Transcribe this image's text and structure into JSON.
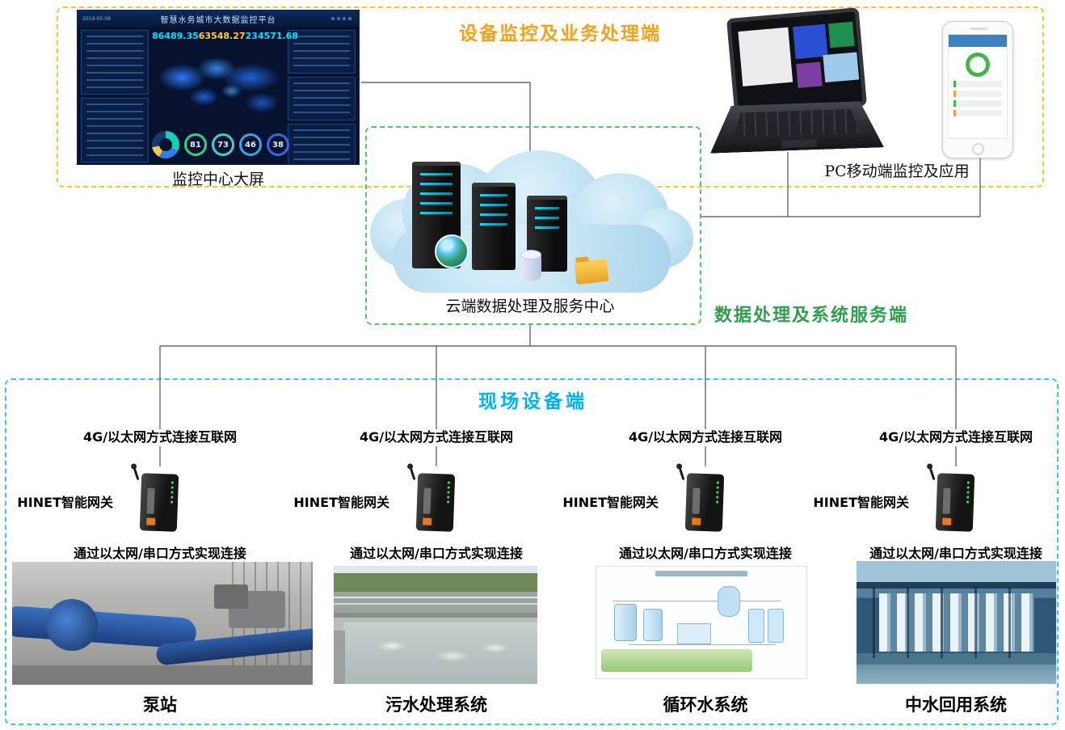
{
  "zones": {
    "monitoring_title": "设备监控及业务处理端",
    "service_label": "数据处理及系统服务端",
    "field_title": "现场设备端"
  },
  "captions": {
    "dashboard": "监控中心大屏",
    "pc_mobile": "PC移动端监控及应用",
    "cloud": "云端数据处理及服务中心"
  },
  "dashboard": {
    "title": "智慧水务城市大数据监控平台",
    "date": "2019-05-09",
    "stats": [
      "86489.35",
      "63548.27",
      "234571.68"
    ],
    "gauges": [
      "81",
      "73",
      "46",
      "38"
    ]
  },
  "field": {
    "columns": [
      {
        "uplink": "4G/以太网方式连接互联网",
        "gateway": "HINET智能网关",
        "downlink": "通过以太网/串口方式实现连接",
        "name": "泵站"
      },
      {
        "uplink": "4G/以太网方式连接互联网",
        "gateway": "HINET智能网关",
        "downlink": "通过以太网/串口方式实现连接",
        "name": "污水处理系统"
      },
      {
        "uplink": "4G/以太网方式连接互联网",
        "gateway": "HINET智能网关",
        "downlink": "通过以太网/串口方式实现连接",
        "name": "循环水系统"
      },
      {
        "uplink": "4G/以太网方式连接互联网",
        "gateway": "HINET智能网关",
        "downlink": "通过以太网/串口方式实现连接",
        "name": "中水回用系统"
      }
    ]
  },
  "colors": {
    "monitoring_border": "#fcc42c",
    "monitoring_title": "#f2a21d",
    "cloud_border": "#57c46a",
    "service_label": "#2f9e4f",
    "field_border": "#3bc2ee",
    "field_title": "#00b0f0"
  }
}
